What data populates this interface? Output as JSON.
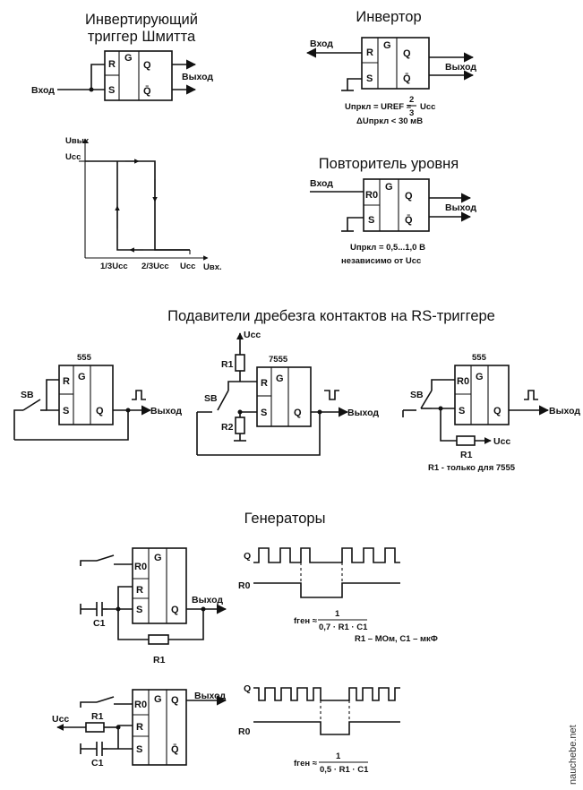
{
  "titles": {
    "schmitt_line1": "Инвертирующий",
    "schmitt_line2": "триггер Шмитта",
    "inverter": "Инвертор",
    "repeater": "Повторитель уровня",
    "debounce": "Подавители дребезга контактов на RS-триггере",
    "generators": "Генераторы"
  },
  "pins": {
    "R": "R",
    "S": "S",
    "G": "G",
    "Q": "Q",
    "Qbar": "Q̄",
    "R0": "R0"
  },
  "labels": {
    "vhod": "Вход",
    "vyhod": "Выход",
    "ucc": "Ucc",
    "sb": "SB",
    "r1": "R1",
    "r2": "R2",
    "c1": "C1",
    "q": "Q",
    "r0": "R0",
    "chip555": "555",
    "chip7555": "7555"
  },
  "graph": {
    "y_label": "Uвых",
    "y_tick": "Ucc",
    "x_label": "Uвх.",
    "x_ticks": [
      "1/3Ucc",
      "2/3Ucc",
      "Ucc"
    ]
  },
  "formulas": {
    "inverter_1": "Uпркл = UREF = ",
    "inverter_frac_num": "2",
    "inverter_frac_den": "3",
    "inverter_ucc": "Ucc",
    "inverter_2": "ΔUпркл < 30 мВ",
    "repeater_1": "Uпркл = 0,5...1,0 В",
    "repeater_2": "независимо от Ucc",
    "debounce_note": "R1 - только для 7555",
    "gen1_lhs": "fген ≈",
    "gen1_num": "1",
    "gen1_den": "0,7 · R1 · C1",
    "gen1_units": "R1 – МОм, C1 – мкФ",
    "gen2_lhs": "fген ≈",
    "gen2_num": "1",
    "gen2_den": "0,5 · R1 · C1"
  },
  "watermark": "nauchebe.net"
}
